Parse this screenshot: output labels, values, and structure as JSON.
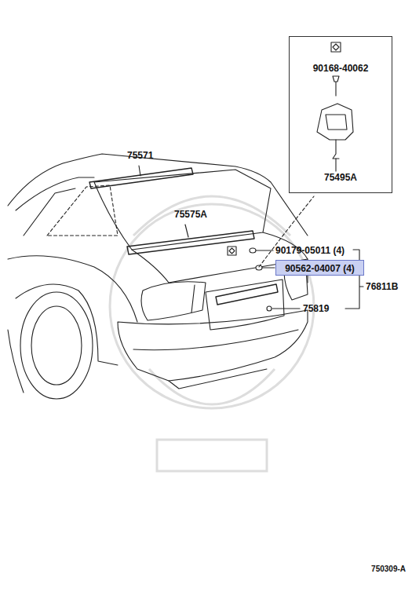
{
  "diagram": {
    "nodes": [
      {
        "text": [
          "90168-40062",
          "75495A"
        ]
      },
      {
        "text": [
          "90562-04007 (4)"
        ]
      }
    ],
    "labels": [
      "75571",
      "75575A",
      "90179-05011 (4)",
      "76811B",
      "75819",
      "750309-A"
    ]
  }
}
